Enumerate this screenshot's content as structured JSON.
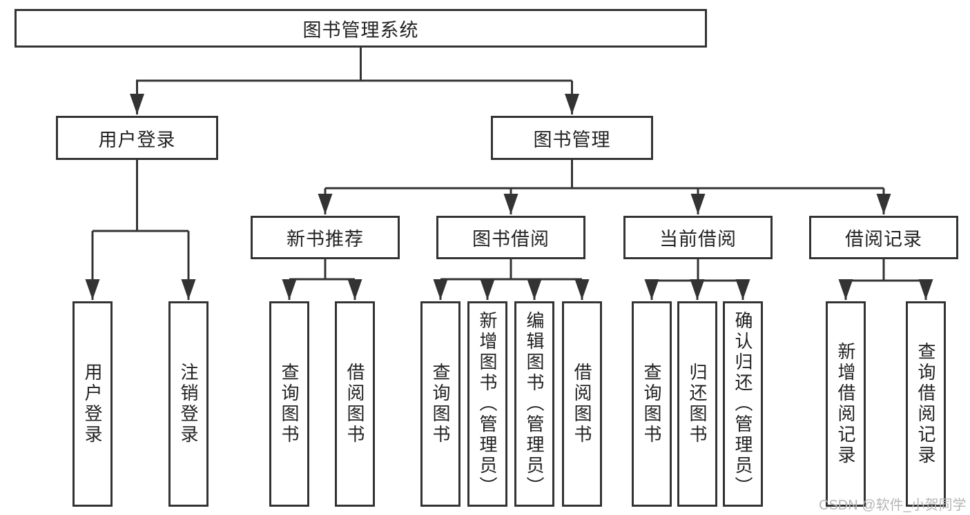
{
  "diagram_type": "hierarchy-tree",
  "nodes": {
    "root": "图书管理系统",
    "level2": [
      "用户登录",
      "图书管理"
    ],
    "level3": [
      "新书推荐",
      "图书借阅",
      "当前借阅",
      "借阅记录"
    ],
    "leaves": {
      "login": [
        "用户登录",
        "注销登录"
      ],
      "recommend": [
        "查询图书",
        "借阅图书"
      ],
      "borrow": [
        "查询图书",
        "新增图书（管理员）",
        "编辑图书（管理员）",
        "借阅图书"
      ],
      "current": [
        "查询图书",
        "归还图书",
        "确认归还（管理员）"
      ],
      "records": [
        "新增借阅记录",
        "查询借阅记录"
      ]
    }
  },
  "hierarchy": {
    "图书管理系统": {
      "用户登录": [
        "用户登录",
        "注销登录"
      ],
      "图书管理": {
        "新书推荐": [
          "查询图书",
          "借阅图书"
        ],
        "图书借阅": [
          "查询图书",
          "新增图书（管理员）",
          "编辑图书（管理员）",
          "借阅图书"
        ],
        "当前借阅": [
          "查询图书",
          "归还图书",
          "确认归还（管理员）"
        ],
        "借阅记录": [
          "新增借阅记录",
          "查询借阅记录"
        ]
      }
    }
  },
  "watermark": {
    "text": "CSDN @软件_小贺同学"
  },
  "colors": {
    "line": "#333333",
    "text": "#222222",
    "box_fill": "#ffffff",
    "background": "#ffffff",
    "watermark": "#b5b5b5"
  }
}
